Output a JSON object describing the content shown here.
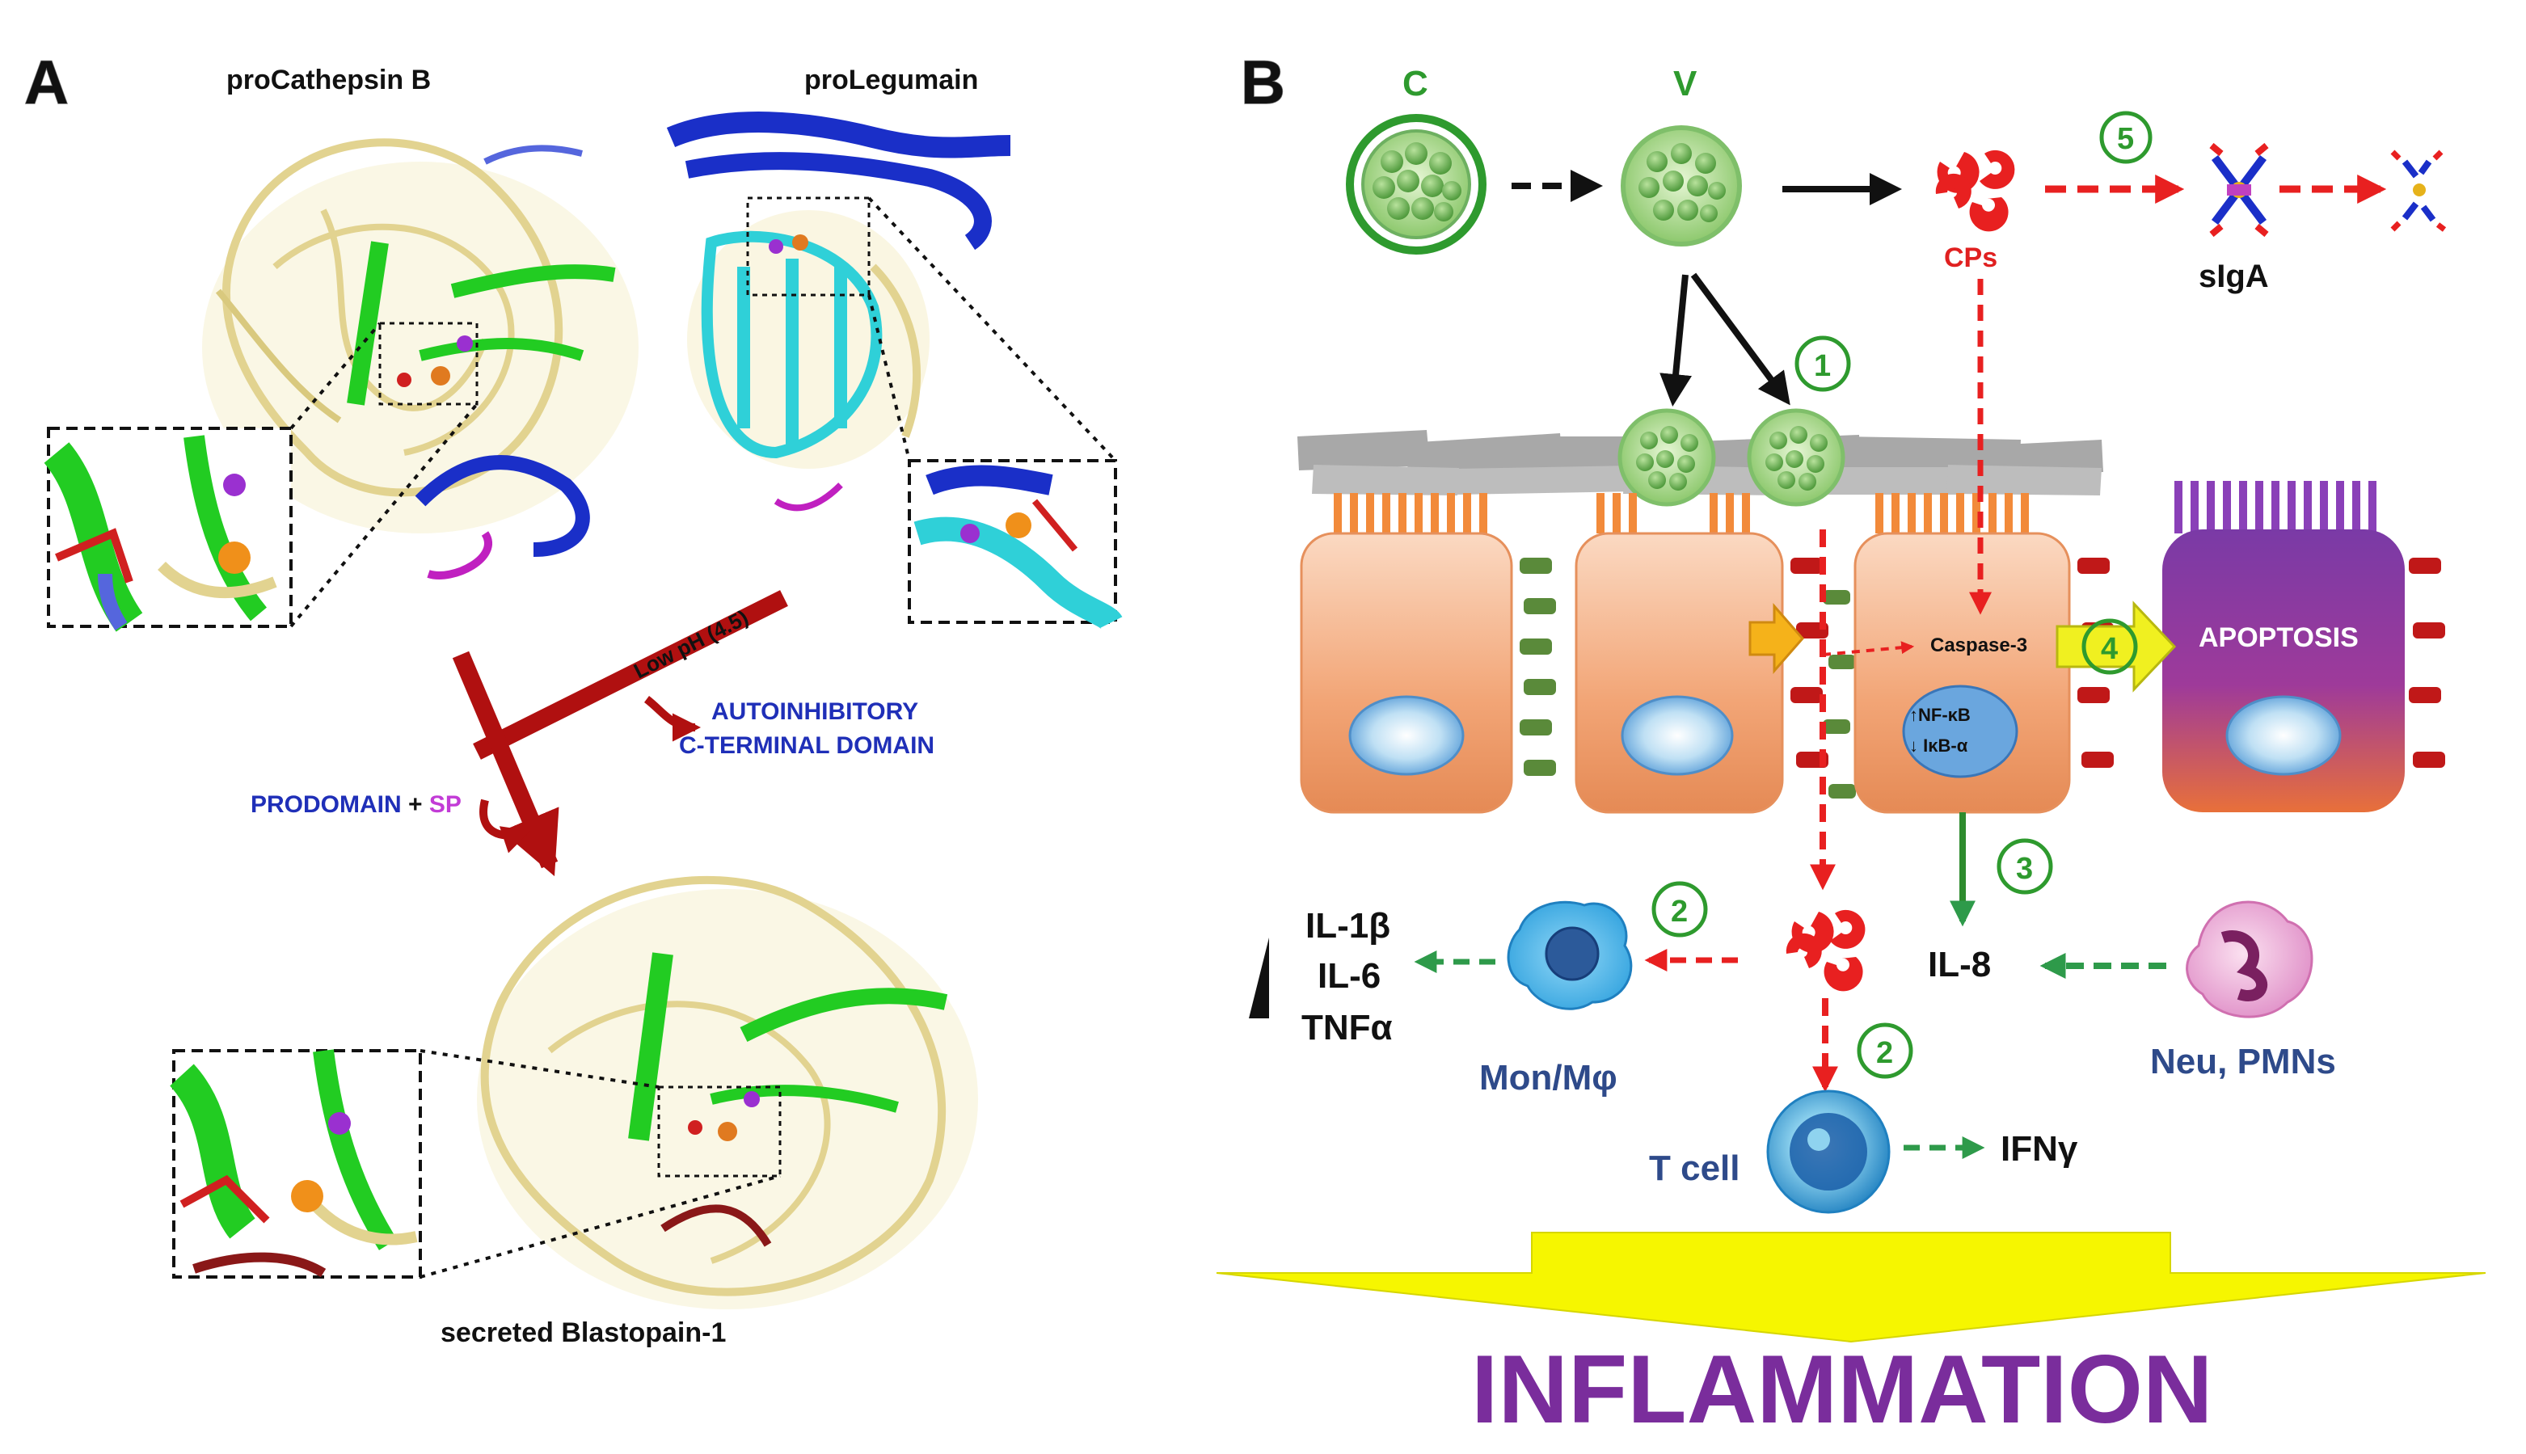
{
  "panel_a": {
    "letter": "A",
    "title_left": "proCathepsin B",
    "title_right": "proLegumain",
    "ph_label": "Low pH (4.5)",
    "autoinhibitory_line1": "AUTOINHIBITORY",
    "autoinhibitory_line2": "C-TERMINAL DOMAIN",
    "prodomain": "PRODOMAIN",
    "plus": " + ",
    "sp": "SP",
    "bottom_caption": "secreted Blastopain-1"
  },
  "panel_b": {
    "letter": "B",
    "cyst_label": "C",
    "vacuolar_label": "V",
    "cps_label": "CPs",
    "sIgA_label": "sIgA",
    "caspase_label": "Caspase-3",
    "nfkb_label": "↑NF-κB",
    "ikb_label": "↓ IκB-α",
    "apoptosis_label": "APOPTOSIS",
    "il8_label": "IL-8",
    "il1b_label": "IL-1β",
    "il6_label": "IL-6",
    "tnfa_label": "TNFα",
    "mon_label": "Mon/Mφ",
    "neu_label": "Neu, PMNs",
    "tcell_label": "T cell",
    "ifng_label": "IFNγ",
    "inflammation_label": "INFLAMMATION",
    "step1": "1",
    "step2a": "2",
    "step2b": "2",
    "step3": "3",
    "step4": "4",
    "step5": "5"
  },
  "colors": {
    "protein_tan": "#efe6b0",
    "helix_blue": "#1a2fc8",
    "helix_green": "#22cc22",
    "helix_cyan": "#2fd0d8",
    "arrow_darkred": "#b01010",
    "cell_orange": "#f3a878",
    "apoptosis_purple": "#8a3aa8",
    "green_arrow": "#2e8b2e",
    "red_dashed": "#e82020",
    "inflammation_yellow": "#f6f600"
  }
}
